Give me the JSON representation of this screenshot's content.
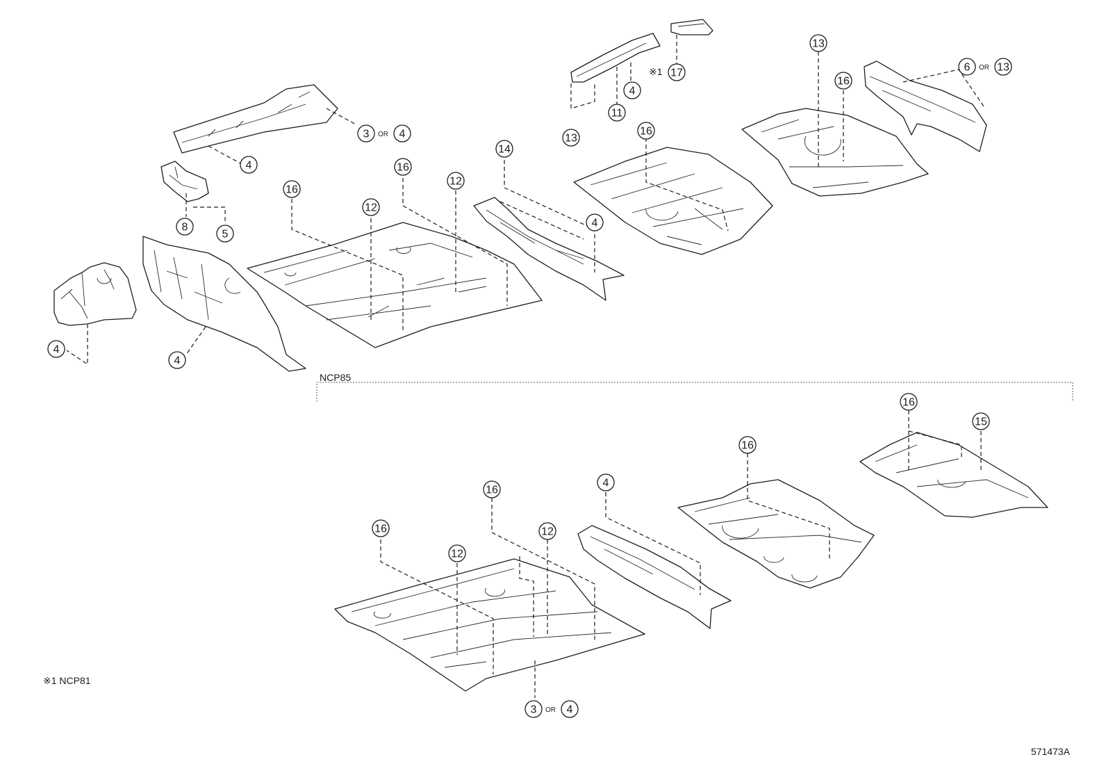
{
  "variant_label": "NCP85",
  "footnote": "※1 NCP81",
  "figure_code": "571473A",
  "note_mark": "※1",
  "or_word": "OR",
  "callouts": {
    "c_3or4_top": [
      "3",
      "4"
    ],
    "c_4_rail": "4",
    "c_8": "8",
    "c_5": "5",
    "c_4_apron": "4",
    "c_4_dash": "4",
    "c_16_a": "16",
    "c_12_a": "12",
    "c_16_b": "16",
    "c_12_b": "12",
    "c_14": "14",
    "c_4_side": "4",
    "c_13_a": "13",
    "c_11": "11",
    "c_4_mem": "4",
    "c_17": "17",
    "c_16_c": "16",
    "c_13_b": "13",
    "c_16_d": "16",
    "c_6or13": [
      "6",
      "13"
    ],
    "c_16_e": "16",
    "c_15": "15",
    "c_16_f": "16",
    "c_4_low": "4",
    "c_16_g": "16",
    "c_12_c": "12",
    "c_16_h": "16",
    "c_12_d": "12",
    "c_3or4_low": [
      "3",
      "4"
    ]
  }
}
